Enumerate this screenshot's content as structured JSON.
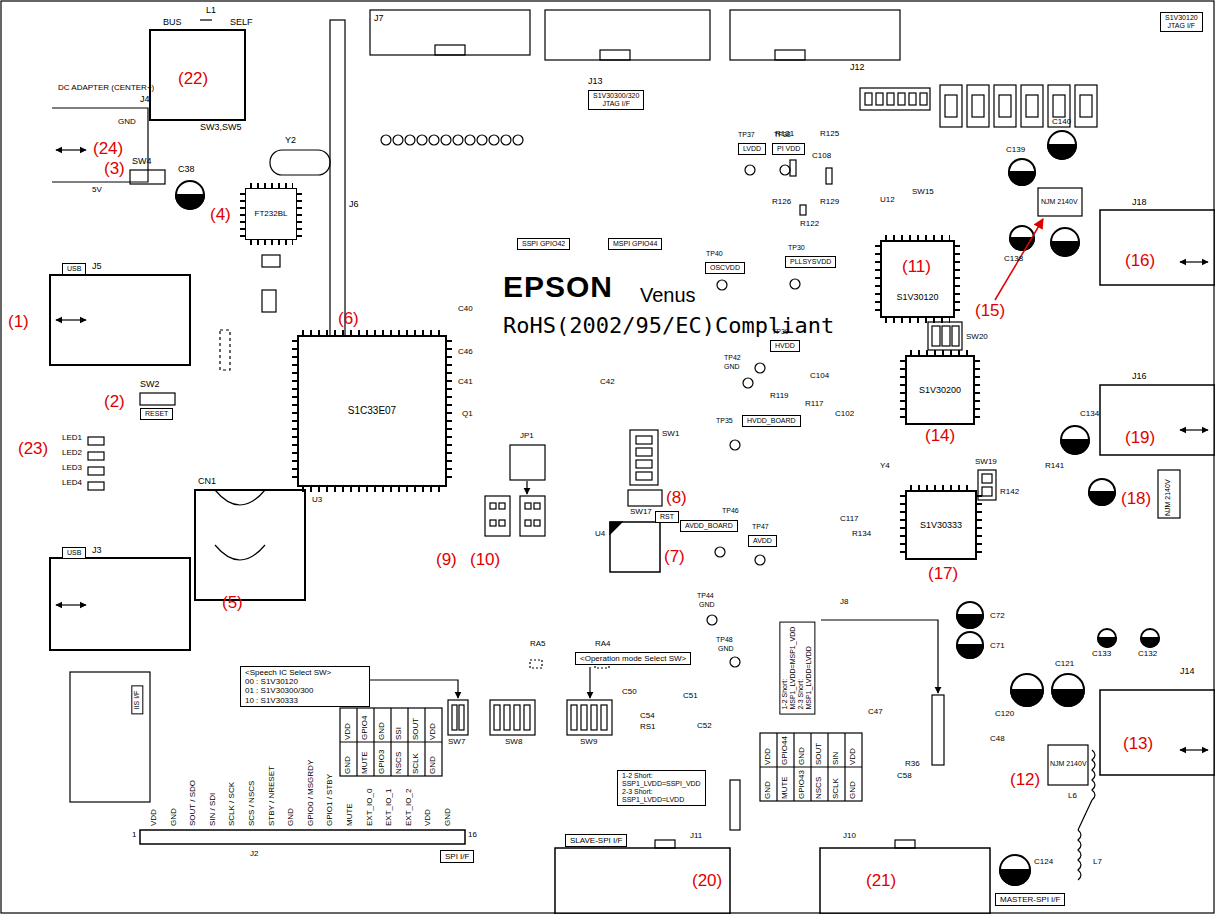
{
  "diagram": {
    "nodes": [
      {
        "text": [
          "FT232BL"
        ]
      },
      {
        "text": [
          "S1C33E07"
        ]
      },
      {
        "text": [
          "S1V30120"
        ]
      },
      {
        "text": [
          "S1V30200"
        ]
      },
      {
        "text": [
          "S1V30333"
        ]
      },
      {
        "text": [
          "<Speech IC Select SW>",
          "00 : S1V30120",
          "01 : S1V30300/300",
          "10 : S1V30333"
        ]
      },
      {
        "text": [
          "<Operation mode Select SW>"
        ]
      },
      {
        "text": [
          "1-2 Short:",
          "SSP1_LVDD=SSPI_VDD",
          "2-3 Short:",
          "SSP1_LVDD=LVDD"
        ]
      },
      {
        "text": [
          "1-2 Short:",
          "MSP1_LVDD=MSP1_VDD",
          "2-3 Short:",
          "MSP1_LVDD=LVDD"
        ]
      },
      {
        "text": [
          "SPI I/F"
        ]
      },
      {
        "text": [
          "SLAVE-SPI I/F"
        ]
      },
      {
        "text": [
          "MASTER-SPI I/F"
        ]
      },
      {
        "text": [
          "S1V30120",
          "JTAG I/F"
        ]
      },
      {
        "text": [
          "S1V30300/320",
          "JTAG I/F"
        ]
      },
      {
        "text": [
          "SSPI GPIO42"
        ]
      },
      {
        "text": [
          "MSPI GPIO44"
        ]
      },
      {
        "text": [
          "LVDD"
        ]
      },
      {
        "text": [
          "PI VDD"
        ]
      },
      {
        "text": [
          "OSCVDD"
        ]
      },
      {
        "text": [
          "PLLSYSVDD"
        ]
      },
      {
        "text": [
          "HVDD"
        ]
      },
      {
        "text": [
          "HVDD_BOARD"
        ]
      },
      {
        "text": [
          "AVDD_BOARD"
        ]
      },
      {
        "text": [
          "AVDD"
        ]
      },
      {
        "text": [
          "USB"
        ]
      },
      {
        "text": [
          "USB"
        ]
      },
      {
        "text": [
          "RESET"
        ]
      },
      {
        "text": [
          "RST"
        ]
      },
      {
        "text": [
          "IIS I/F"
        ]
      }
    ],
    "labels": [
      "(1)",
      "(2)",
      "(3)",
      "(4)",
      "(5)",
      "(6)",
      "(7)",
      "(8)",
      "(9)",
      "(10)",
      "(11)",
      "(12)",
      "(13)",
      "(14)",
      "(15)",
      "(16)",
      "(17)",
      "(18)",
      "(19)",
      "(20)",
      "(21)",
      "(22)",
      "(23)",
      "(24)",
      "BUS",
      "L1",
      "SELF",
      "SW3,SW5",
      "Y2",
      "DC ADAPTER (CENTER+)",
      "J4",
      "GND",
      "5V",
      "J5",
      "SW4",
      "SW2",
      "C38",
      "J3",
      "CN1",
      "LED1",
      "LED2",
      "LED3",
      "LED4",
      "J6",
      "J7",
      "J13",
      "J12",
      "EPSON",
      "Venus",
      "RoHS(2002/95/EC)Compliant",
      "R121",
      "R125",
      "C108",
      "R126",
      "R129",
      "R122",
      "SW15",
      "U12",
      "J18",
      "C140",
      "C139",
      "C138",
      "NJM 2140V",
      "SW20",
      "J16",
      "C104",
      "R117",
      "C102",
      "R119",
      "SW19",
      "R142",
      "R141",
      "Y4",
      "C117",
      "R134",
      "NJM 2140V",
      "C134",
      "C72",
      "C71",
      "C133",
      "C132",
      "C121",
      "C120",
      "J14",
      "L6",
      "L7",
      "C124",
      "NJM 2140V",
      "C48",
      "R36",
      "C58",
      "C47",
      "SW1",
      "SW17",
      "U4",
      "JP1",
      "U3",
      "Q1",
      "C40",
      "C46",
      "C41",
      "C42",
      "RA5",
      "RA4",
      "SW7",
      "SW8",
      "SW9",
      "C54",
      "RS1",
      "C52",
      "C51",
      "C50",
      "J11",
      "J10",
      "J2",
      "1",
      "16",
      "J8",
      "TP37",
      "TP38",
      "TP40",
      "TP30",
      "TP39",
      "TP35",
      "TP46",
      "TP47",
      "TP42",
      "GND",
      "TP44",
      "GND",
      "TP48",
      "GND",
      "VDD",
      "GND",
      "SOUT / SDO",
      "SIN / SDI",
      "SCLK / SCK",
      "SCS / NSCS",
      "STBY / NRESET",
      "GND",
      "GPIO0 / MSGRDY",
      "GPIO1 / STBY",
      "MUTE",
      "EXT_IO_0",
      "EXT_IO_1",
      "EXT_IO_2",
      "VDD",
      "GND",
      "VDD",
      "GPIO4",
      "GND",
      "SSI",
      "SOUT",
      "VDD",
      "GND",
      "MUTE",
      "GPIO3",
      "NSCS",
      "SCLK",
      "GND",
      "VDD",
      "GPIO44",
      "GND",
      "SOUT",
      "SIN",
      "VDD",
      "GND",
      "MUTE",
      "GPIO43",
      "NSCS",
      "SCLK",
      "GND"
    ]
  }
}
